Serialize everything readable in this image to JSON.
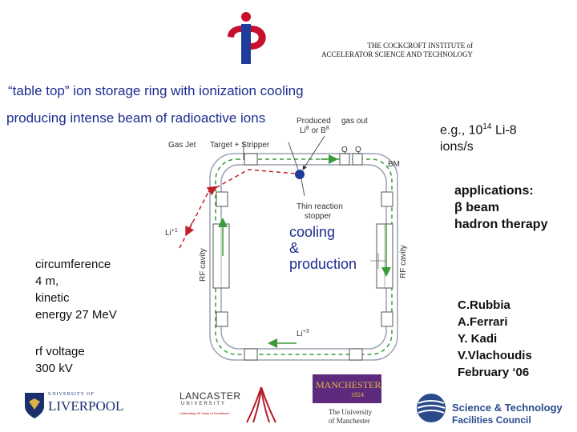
{
  "header": {
    "institute_line1": "THE COCKCROFT INSTITUTE of",
    "institute_line2": "ACCELERATOR SCIENCE AND TECHNOLOGY"
  },
  "title": {
    "line1": "“table top” ion storage ring with ionization cooling",
    "line2": "producing intense beam of radioactive ions"
  },
  "rate": {
    "prefix": "e.g., 10",
    "exponent": "14",
    "suffix": " Li-8",
    "line2": "ions/s"
  },
  "applications": {
    "heading": "applications:",
    "line1": "β beam",
    "line2": "hadron therapy"
  },
  "specs": {
    "line1": "circumference",
    "line2": "4 m,",
    "line3": "kinetic",
    "line4": "energy 27 MeV",
    "rf1": "rf voltage",
    "rf2": "300 kV"
  },
  "center_label": {
    "cooling": "cooling",
    "amp": "&",
    "production": "production"
  },
  "credits": {
    "names": [
      "C.Rubbia",
      "A.Ferrari",
      "Y. Kadi",
      "V.Vlachoudis",
      "February ‘06"
    ]
  },
  "diagram": {
    "produced": "Produced",
    "li8": "Li",
    "li8_sup": "8",
    "or": " or B",
    "b8_sup": "8",
    "gas_out": "gas out",
    "gas_jet": "Gas Jet",
    "target_stripper": "Target + Stripper",
    "q1": "Q",
    "q2": "Q",
    "bm": "BM",
    "thin1": "Thin reaction",
    "thin2": "stopper",
    "li_plus1": "Li",
    "li_plus1_sup": "+1",
    "li_plus3": "Li",
    "li_plus3_sup": "+3",
    "rf_left": "RF cavity",
    "rf_right": "RF cavity"
  },
  "logos": {
    "liverpool_top": "UNIVERSITY OF",
    "liverpool_main": "LIVERPOOL",
    "lancaster_main": "LANCASTER",
    "lancaster_sub": "UNIVERSITY",
    "lancaster_tag": "Celebrating 40 Years of Excellence",
    "manchester_main": "MANCHESTER",
    "manchester_year": "1824",
    "manchester_sub1": "The University",
    "manchester_sub2": "of Manchester",
    "stfc_line1": "Science & Technology",
    "stfc_line2": "Facilities Council"
  },
  "colors": {
    "accent_blue": "#1d2d8f",
    "header_red": "#c8102e",
    "header_blue": "#1f3c9a",
    "manchester_purple": "#5d2a7e",
    "manchester_gold": "#e0b43a",
    "green_path": "#3a9a3a",
    "red_path": "#c0202a"
  }
}
